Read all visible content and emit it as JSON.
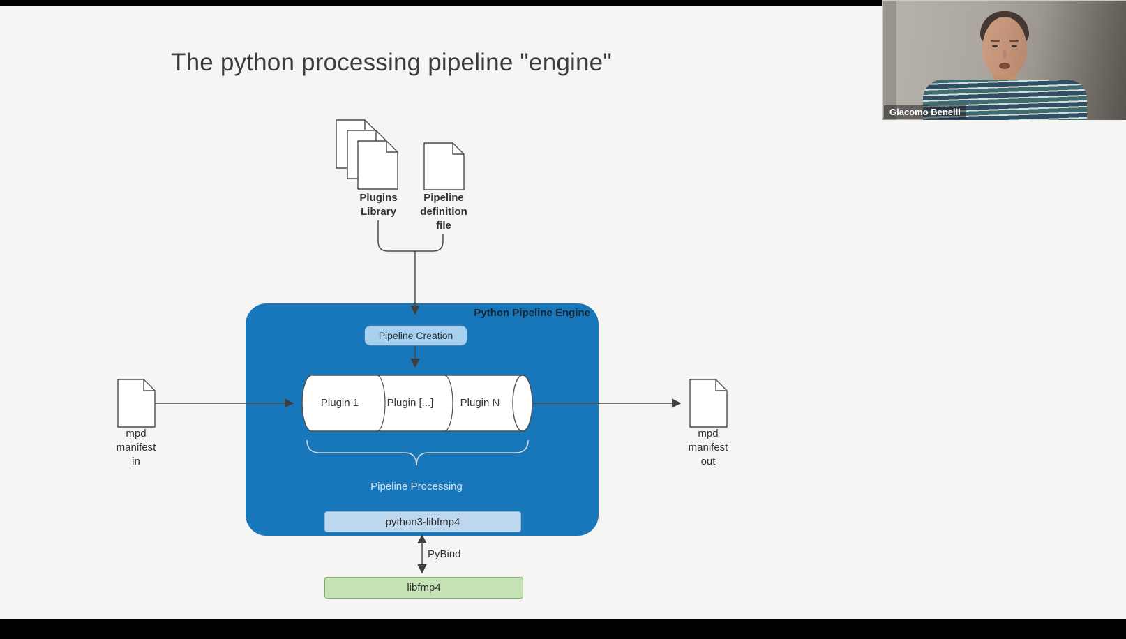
{
  "slide": {
    "title": "The python processing pipeline \"engine\"",
    "plugins_library": {
      "line1": "Plugins",
      "line2": "Library"
    },
    "pipeline_definition": {
      "line1": "Pipeline",
      "line2": "definition",
      "line3": "file"
    },
    "manifest_in": {
      "line1": "mpd",
      "line2": "manifest",
      "line3": "in"
    },
    "manifest_out": {
      "line1": "mpd",
      "line2": "manifest",
      "line3": "out"
    },
    "engine": {
      "title": "Python Pipeline Engine",
      "pipeline_creation": "Pipeline Creation",
      "plugin_first": "Plugin 1",
      "plugin_middle": "Plugin [...]",
      "plugin_last": "Plugin N",
      "processing_caption": "Pipeline Processing",
      "binding_bar": "python3-libfmp4"
    },
    "pybind": "PyBind",
    "libfmp4": "libfmp4"
  },
  "webcam": {
    "participant_name": "Giacomo Benelli"
  },
  "colors": {
    "slide_background": "#f5f5f4",
    "engine_fill": "#1876bb",
    "pipeline_creation_fill": "#a7d1ef",
    "binding_bar_fill": "#bdd7ee",
    "libfmp4_fill": "#c6e3b5",
    "letterbox": "#000000"
  },
  "icons": {
    "plugins_library": "stacked-documents-icon",
    "pipeline_definition": "document-icon",
    "manifest_in": "document-icon",
    "manifest_out": "document-icon",
    "plugins_container": "cylinder-icon"
  }
}
